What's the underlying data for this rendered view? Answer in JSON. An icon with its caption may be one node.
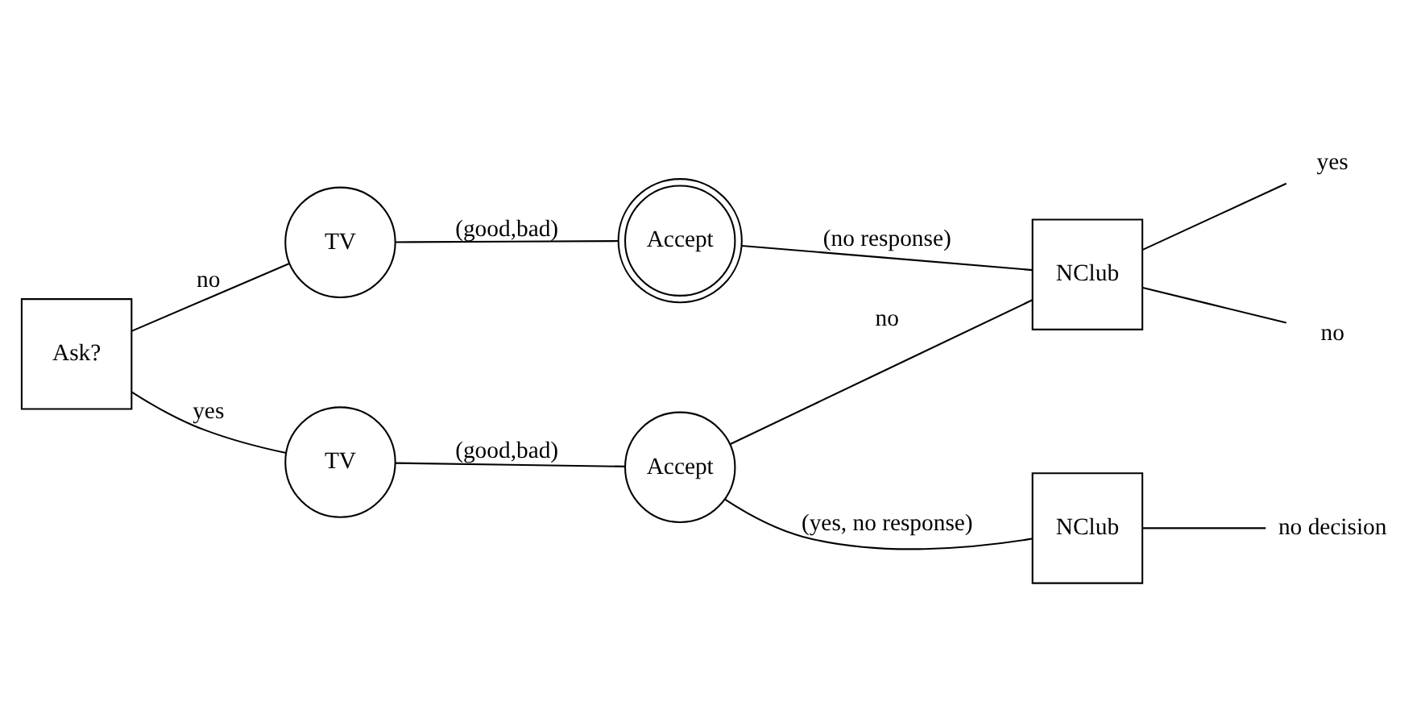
{
  "diagram": {
    "nodes": [
      {
        "text": [
          "Ask?"
        ]
      },
      {
        "text": [
          "TV"
        ]
      },
      {
        "text": [
          "Accept"
        ]
      },
      {
        "text": [
          "NClub"
        ]
      },
      {
        "text": [
          "yes"
        ]
      },
      {
        "text": [
          "no"
        ]
      },
      {
        "text": [
          "TV"
        ]
      },
      {
        "text": [
          "Accept"
        ]
      },
      {
        "text": [
          "NClub"
        ]
      },
      {
        "text": [
          "no decision"
        ]
      }
    ],
    "edges": [
      {
        "from": 0,
        "to": 1,
        "arrow": "none",
        "label": "no"
      },
      {
        "from": 0,
        "to": 6,
        "arrow": "none",
        "label": "yes"
      },
      {
        "from": 1,
        "to": 2,
        "arrow": "none",
        "label": "(good,bad)"
      },
      {
        "from": 2,
        "to": 3,
        "arrow": "none",
        "label": "(no response)"
      },
      {
        "from": 3,
        "to": 4,
        "arrow": "none"
      },
      {
        "from": 3,
        "to": 5,
        "arrow": "none"
      },
      {
        "from": 6,
        "to": 7,
        "arrow": "none",
        "label": "(good,bad)"
      },
      {
        "from": 7,
        "to": 3,
        "arrow": "none",
        "label": "no"
      },
      {
        "from": 7,
        "to": 8,
        "arrow": "none",
        "label": "(yes, no response)"
      },
      {
        "from": 8,
        "to": 9,
        "arrow": "none"
      }
    ]
  }
}
